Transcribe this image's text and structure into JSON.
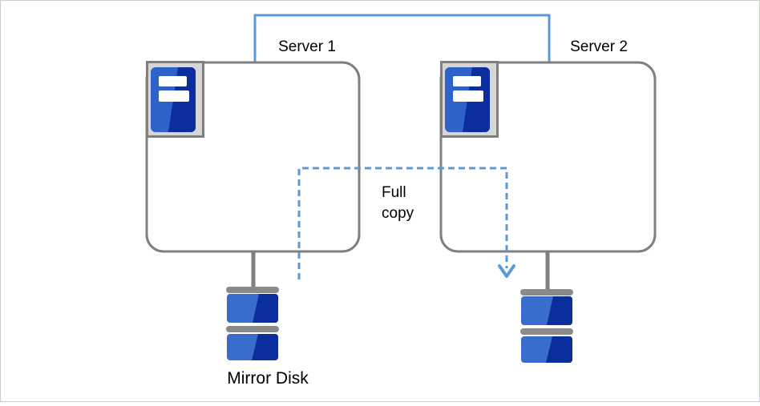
{
  "diagram": {
    "server1": {
      "label": "Server 1",
      "icon": "server-tower-icon"
    },
    "server2": {
      "label": "Server 2",
      "icon": "server-tower-icon"
    },
    "mirror_disk": {
      "label": "Mirror Disk",
      "icon": "disk-stack-icon"
    },
    "server2_disk": {
      "icon": "disk-stack-icon"
    },
    "full_copy": {
      "line1": "Full",
      "line2": "copy"
    },
    "colors": {
      "connector_blue": "#5b9bd5",
      "outline_gray": "#7f7f7f",
      "icon_background_gray": "#d6d6d6",
      "device_blue_light": "#3a6ccd",
      "device_blue_dark": "#0c2d9c",
      "tower_blue_light": "#2f62c9",
      "disk_cap_gray": "#8a8a8a",
      "frame_border_gray": "#c9ced4",
      "background": "#ffffff",
      "text": "#000000"
    }
  }
}
